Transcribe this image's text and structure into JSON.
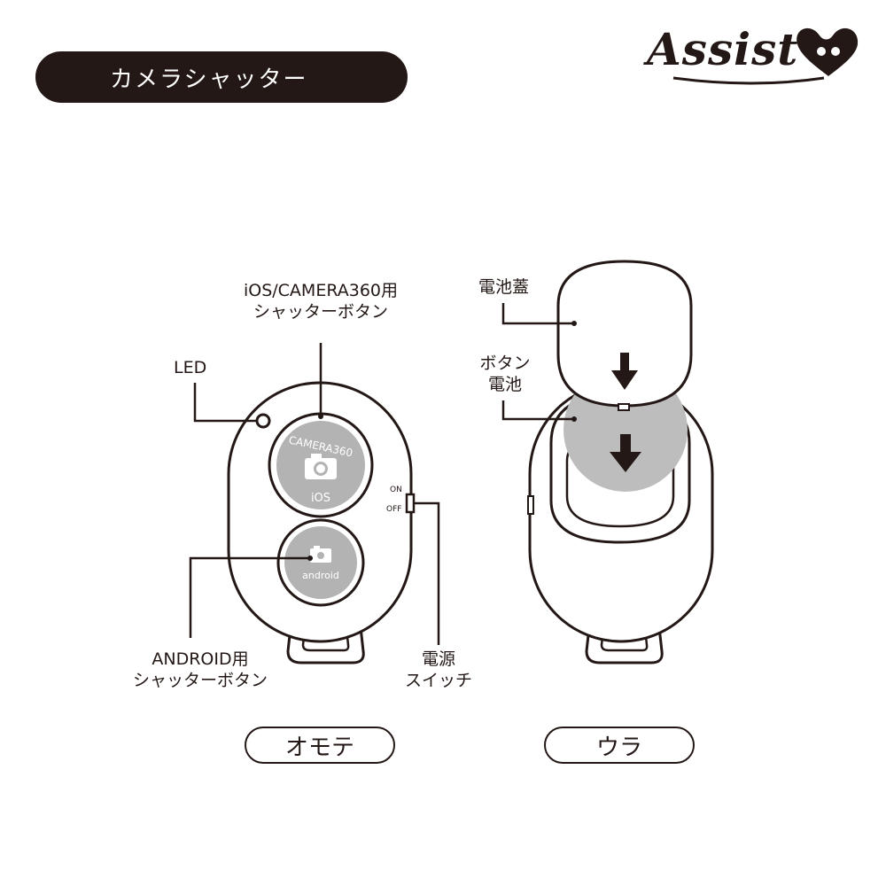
{
  "header": {
    "title": "カメラシャッター"
  },
  "brand": {
    "logo_text": "Assist"
  },
  "front": {
    "view_label": "オモテ",
    "led_label": "LED",
    "ios_label_line1": "iOS/CAMERA360用",
    "ios_label_line2": "シャッターボタン",
    "ios_button_top": "CAMERA360",
    "ios_button_bottom": "iOS",
    "android_button_text": "android",
    "android_label_line1": "ANDROID用",
    "android_label_line2": "シャッターボタン",
    "switch_on": "ON",
    "switch_off": "OFF",
    "switch_label_line1": "電源",
    "switch_label_line2": "スイッチ"
  },
  "back": {
    "view_label": "ウラ",
    "cover_label": "電池蓋",
    "battery_label_line1": "ボタン",
    "battery_label_line2": "電池"
  },
  "colors": {
    "ink": "#231815",
    "button_gray": "#b3b3b3",
    "battery_gray": "#bdbdbd"
  }
}
